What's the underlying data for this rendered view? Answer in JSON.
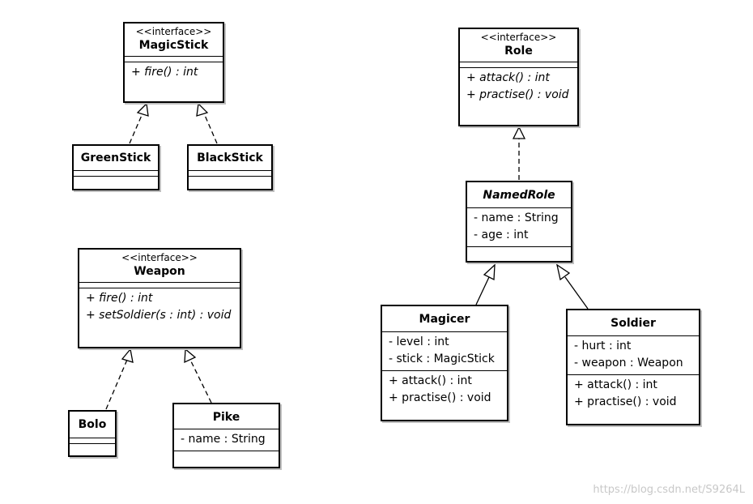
{
  "stereotype": "<<interface>>",
  "magicstick": {
    "name": "MagicStick",
    "ops": [
      "+ fire() : int"
    ]
  },
  "greenstick": {
    "name": "GreenStick"
  },
  "blackstick": {
    "name": "BlackStick"
  },
  "weapon": {
    "name": "Weapon",
    "ops": [
      "+ fire() : int",
      "+ setSoldier(s : int) : void"
    ]
  },
  "bolo": {
    "name": "Bolo"
  },
  "pike": {
    "name": "Pike",
    "attrs": [
      "- name : String"
    ]
  },
  "role": {
    "name": "Role",
    "ops": [
      "+ attack() : int",
      "+ practise() : void"
    ]
  },
  "namedrole": {
    "name": "NamedRole",
    "attrs": [
      "- name : String",
      "- age : int"
    ]
  },
  "magicer": {
    "name": "Magicer",
    "attrs": [
      "- level : int",
      "- stick : MagicStick"
    ],
    "ops": [
      "+ attack() : int",
      "+ practise() : void"
    ]
  },
  "soldier": {
    "name": "Soldier",
    "attrs": [
      "- hurt : int",
      "- weapon : Weapon"
    ],
    "ops": [
      "+ attack() : int",
      "+ practise() : void"
    ]
  },
  "watermark": "https://blog.csdn.net/S9264L"
}
